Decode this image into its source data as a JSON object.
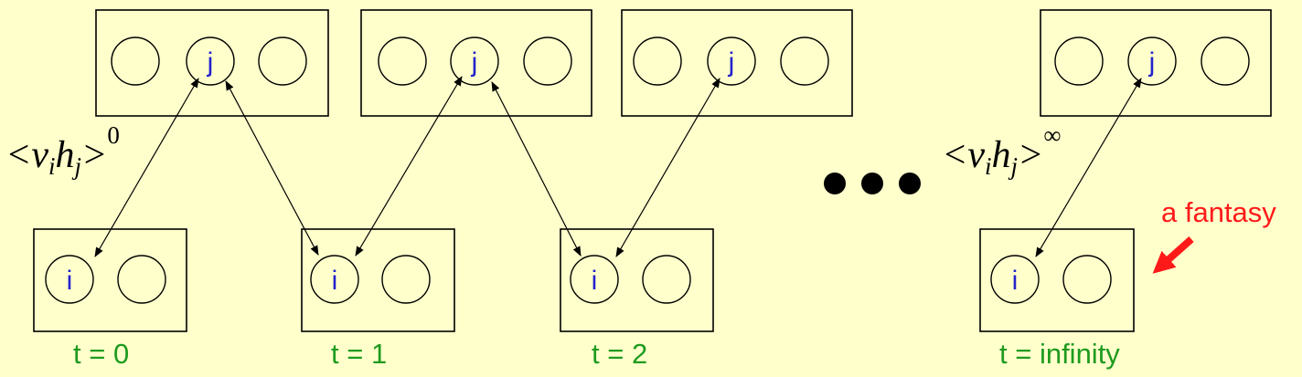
{
  "hidden_unit_label": "j",
  "visible_unit_label": "i",
  "time_labels": [
    "t = 0",
    "t = 1",
    "t = 2",
    "t = infinity"
  ],
  "correlations": {
    "first": {
      "v": "v",
      "v_sub": "i",
      "h": "h",
      "h_sub": "j",
      "open": "<",
      "close": ">",
      "superscript": "0"
    },
    "last": {
      "v": "v",
      "v_sub": "i",
      "h": "h",
      "h_sub": "j",
      "open": "<",
      "close": ">",
      "superscript": "∞"
    }
  },
  "annotation": "a fantasy",
  "colors": {
    "background": "#ffffcc",
    "unit_label": "#2222cc",
    "time_label": "#1f9b1f",
    "annotation": "#ff1a1a"
  }
}
